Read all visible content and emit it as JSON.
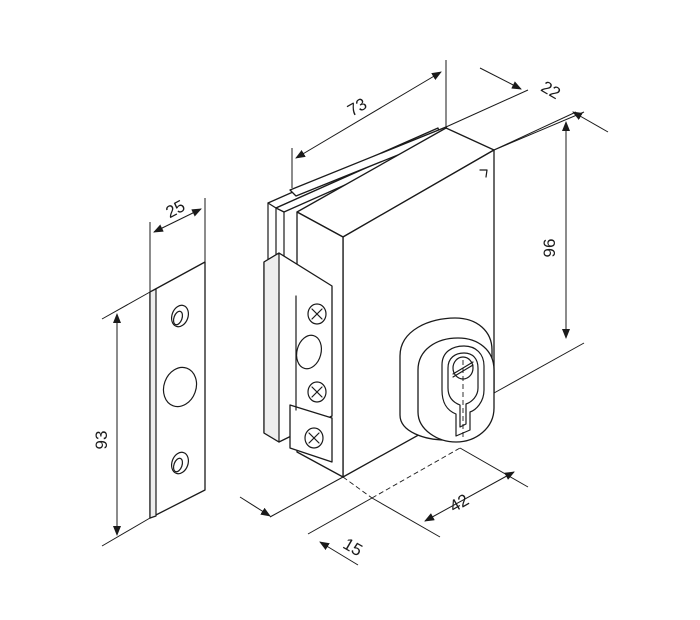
{
  "dimensions": {
    "d73": "73",
    "d22": "22",
    "d96": "96",
    "d25": "25",
    "d93": "93",
    "d42": "42",
    "d15": "15"
  },
  "colors": {
    "line": "#1a1a1a",
    "background": "#ffffff"
  }
}
